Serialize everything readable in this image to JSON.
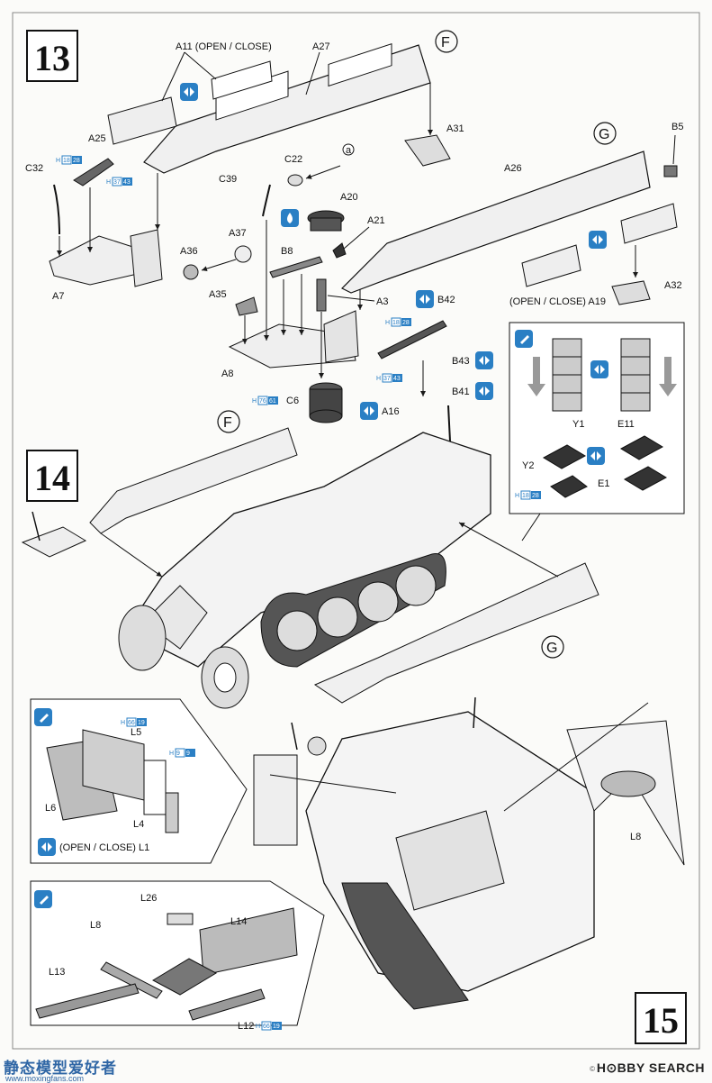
{
  "steps": {
    "s13": "13",
    "s14": "14",
    "s15": "15"
  },
  "circles": {
    "F": "F",
    "G": "G",
    "a": "a"
  },
  "step13_labels": {
    "A11": "A11 (OPEN / CLOSE)",
    "A27": "A27",
    "A25": "A25",
    "C32": "C32",
    "A7": "A7",
    "A31": "A31",
    "C22": "C22",
    "C39": "C39",
    "A20": "A20",
    "A21": "A21",
    "A37": "A37",
    "A36": "A36",
    "B8": "B8",
    "A35": "A35",
    "A3": "A3",
    "A8": "A8",
    "C6": "C6",
    "A26": "A26",
    "B5": "B5",
    "A32": "A32",
    "A19": "(OPEN / CLOSE) A19",
    "B42": "B42",
    "B43": "B43",
    "B41": "B41",
    "A16": "A16",
    "Y1": "Y1",
    "Y2": "Y2",
    "E11": "E11",
    "E1": "E1"
  },
  "step14_labels": {
    "F": "F",
    "G": "G"
  },
  "step15_labels": {
    "L5": "L5",
    "L6": "L6",
    "L4": "L4",
    "L1": "(OPEN / CLOSE) L1",
    "L26": "L26",
    "L14": "L14",
    "L8a": "L8",
    "L13": "L13",
    "L12": "L12",
    "L8b": "L8"
  },
  "paint_codes": {
    "h18_28": [
      "H",
      "18",
      "28"
    ],
    "h37_43": [
      "H",
      "37",
      "43"
    ],
    "h76_61": [
      "H",
      "76",
      "61"
    ],
    "h66_19": [
      "H",
      "66",
      "19"
    ],
    "h9_9": [
      "H",
      "9",
      "9"
    ]
  },
  "watermarks": {
    "left": "静态模型爱好者",
    "left_url": "www.moxingfans.com",
    "right": "H⊙BBY SEARCH",
    "copyright": "©"
  },
  "colors": {
    "line": "#1a1a1a",
    "paint_blue": "#2a7fc4",
    "part_gray": "#d8d8d8",
    "dark_gray": "#444444"
  }
}
